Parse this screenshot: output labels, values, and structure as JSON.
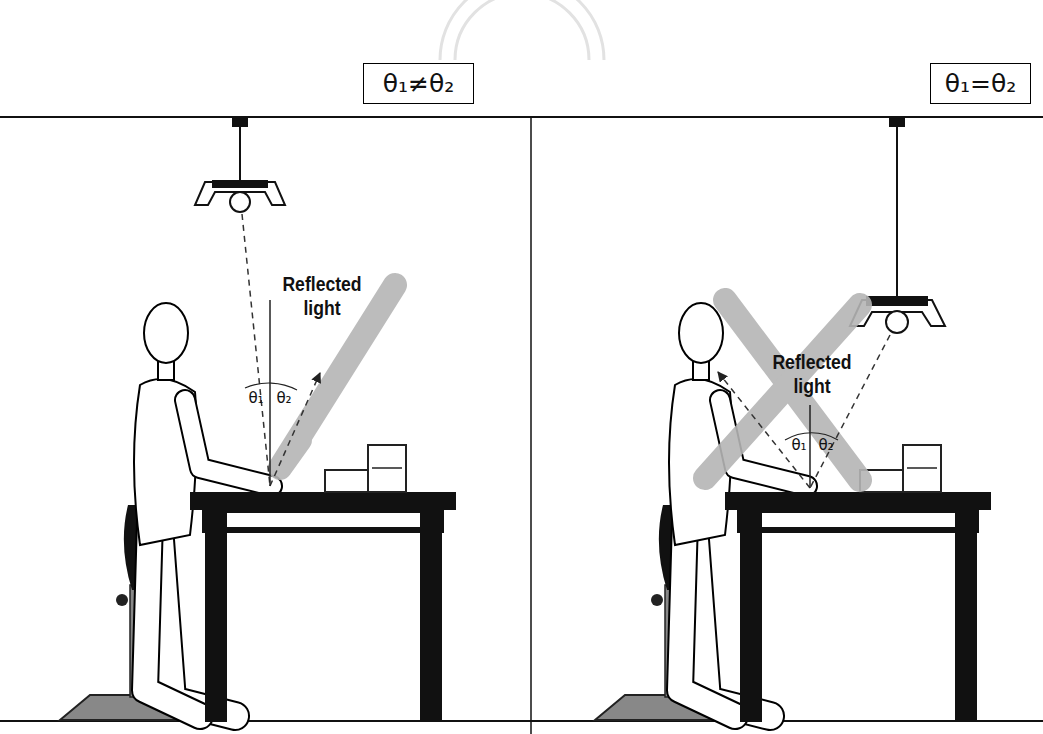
{
  "diagram": {
    "nodes": [
      {
        "text": [
          "θ₁≠θ₂"
        ]
      },
      {
        "text": [
          "θ₁=θ₂"
        ]
      }
    ],
    "labels": [
      "Reflected light",
      "θ₁",
      "θ₂",
      "Reflected light",
      "θ₁",
      "θ₂"
    ]
  }
}
